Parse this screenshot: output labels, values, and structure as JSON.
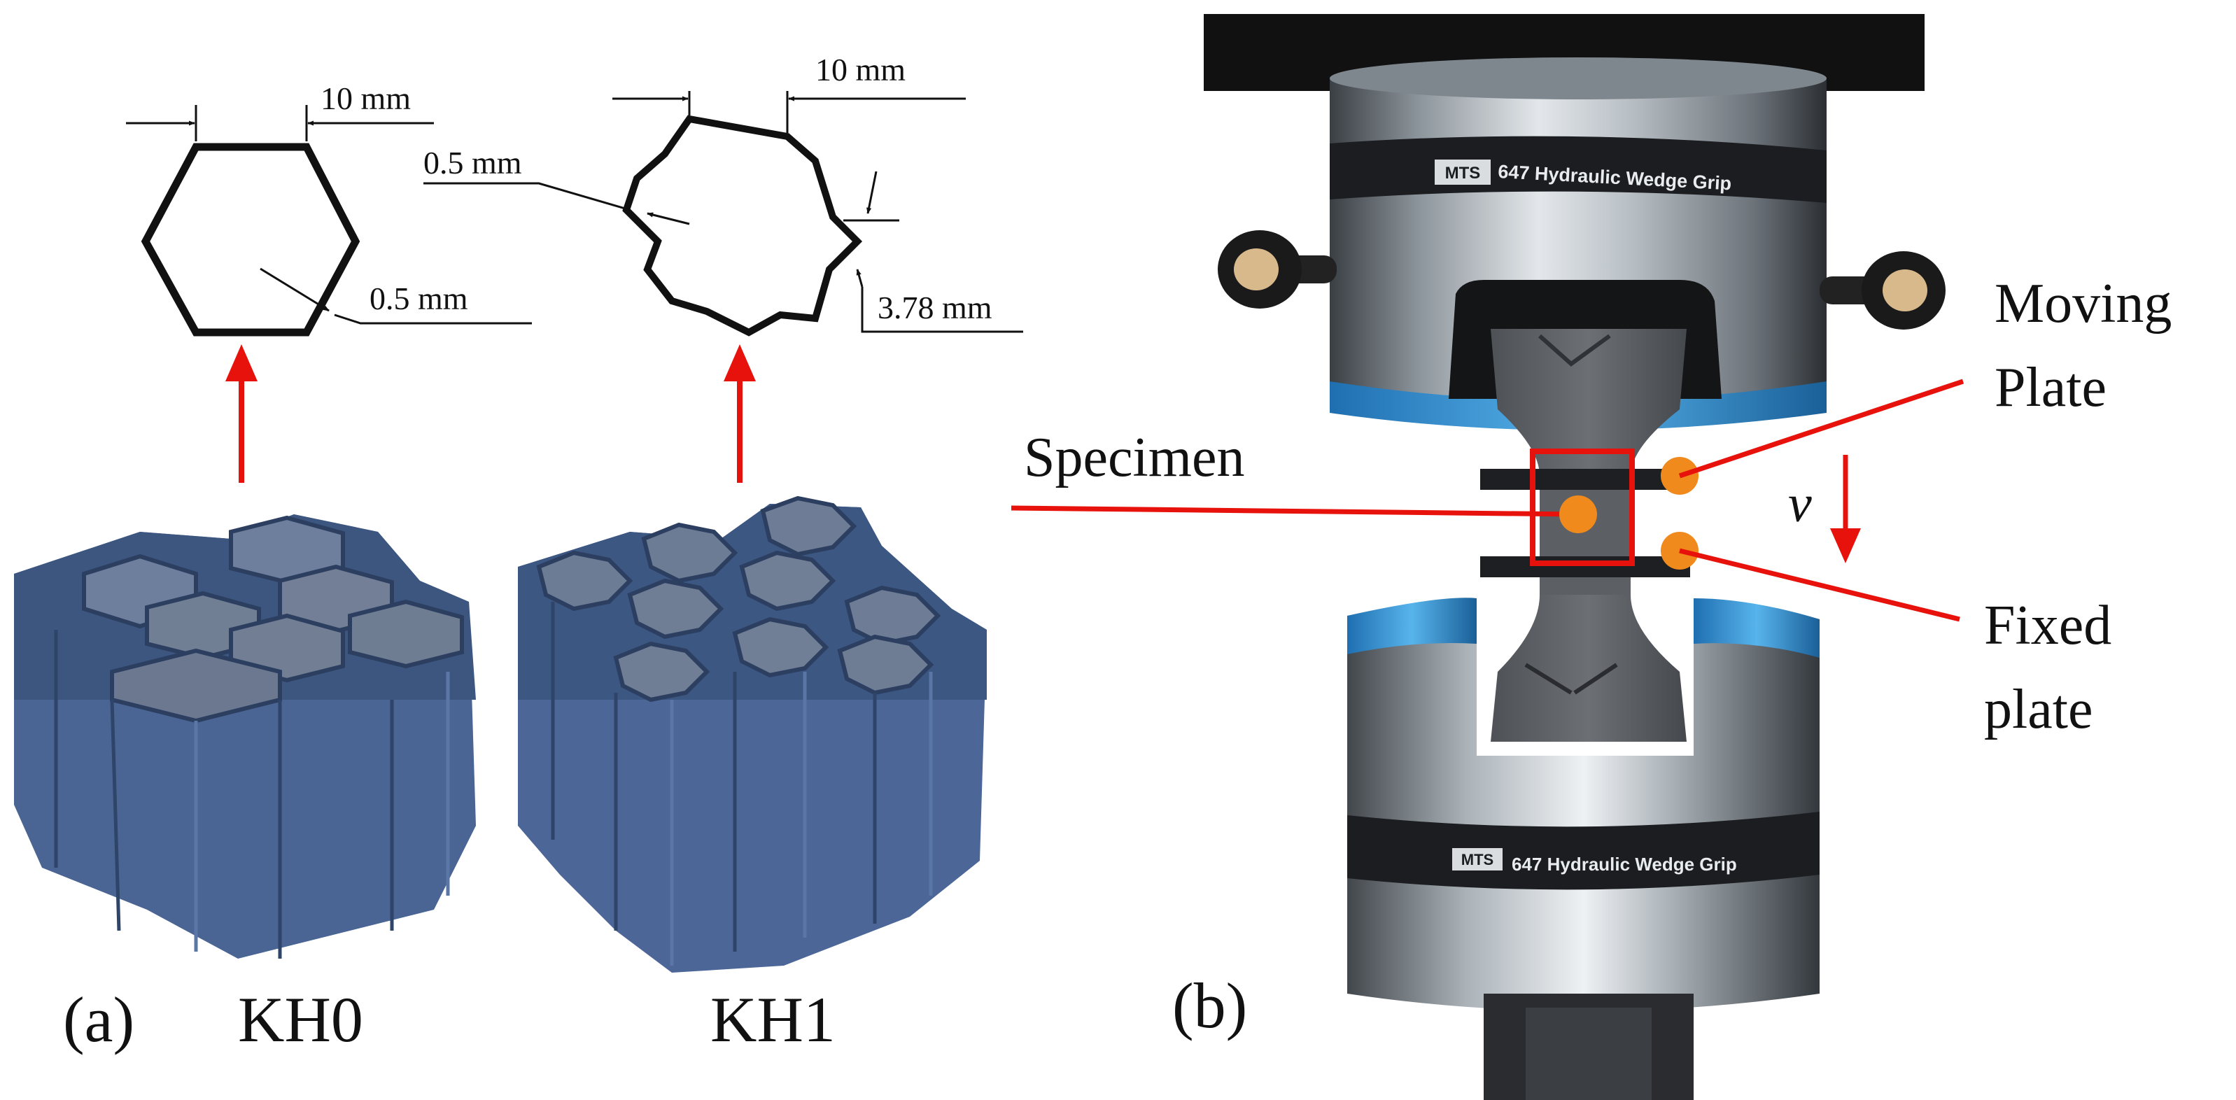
{
  "panel_a": {
    "label": "(a)",
    "kh0": {
      "name": "KH0",
      "dims": {
        "side": "10 mm",
        "wall": "0.5 mm"
      }
    },
    "kh1": {
      "name": "KH1",
      "dims": {
        "side": "10 mm",
        "wall": "0.5 mm",
        "corrugation": "3.78 mm"
      }
    }
  },
  "panel_b": {
    "label": "(b)",
    "grip_brand": "MTS",
    "grip_model": "647 Hydraulic Wedge Grip",
    "labels": {
      "specimen": "Specimen",
      "moving_line1": "Moving",
      "moving_line2": "Plate",
      "fixed_line1": "Fixed",
      "fixed_line2": "plate",
      "velocity": "v"
    }
  },
  "colors": {
    "annotation_red": "#e8120c",
    "marker_orange": "#f08a1c",
    "print_blue": "#4a6594",
    "steel": "#9aa3ab",
    "grip_blue": "#2f8fd0"
  }
}
